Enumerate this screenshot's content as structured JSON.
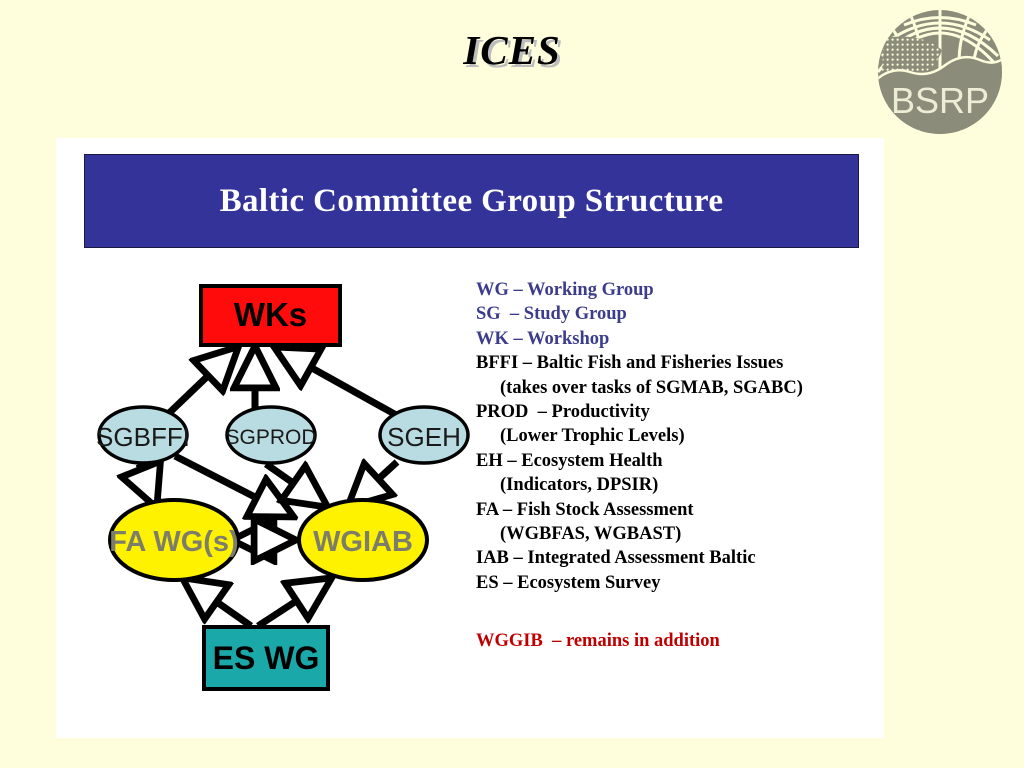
{
  "slide": {
    "title": "ICES",
    "background_color": "#FEFEDC",
    "card_color": "#FFFFFF"
  },
  "logo": {
    "name": "bsrp-logo",
    "text": "BSRP",
    "color": "#8C8C7A"
  },
  "banner": {
    "title": "Baltic Committee Group Structure",
    "background_color": "#33339A",
    "text_color": "#FFFFFF"
  },
  "diagram": {
    "nodes": [
      {
        "id": "wks",
        "label": "WKs",
        "shape": "rect",
        "fill": "#FF0B0B",
        "text_color": "#000000"
      },
      {
        "id": "sgbffi",
        "label": "SGBFFI",
        "shape": "ellipse",
        "fill": "#B9DCE3",
        "text_color": "#1A1A1A"
      },
      {
        "id": "sgprod",
        "label": "SGPROD",
        "shape": "ellipse",
        "fill": "#B9DCE3",
        "text_color": "#1A1A1A"
      },
      {
        "id": "sgeh",
        "label": "SGEH",
        "shape": "ellipse",
        "fill": "#B9DCE3",
        "text_color": "#1A1A1A"
      },
      {
        "id": "fawgs",
        "label": "FA WG(s)",
        "shape": "ellipse",
        "fill": "#FFF200",
        "text_color": "#7D7D6B"
      },
      {
        "id": "wgiab",
        "label": "WGIAB",
        "shape": "ellipse",
        "fill": "#FFF200",
        "text_color": "#7D7D6B"
      },
      {
        "id": "eswg",
        "label": "ES WG",
        "shape": "rect",
        "fill": "#1AA8A8",
        "text_color": "#000000"
      }
    ],
    "edges": [
      {
        "from": "sgbffi",
        "to": "wks",
        "arrow": "single"
      },
      {
        "from": "sgprod",
        "to": "wks",
        "arrow": "single"
      },
      {
        "from": "sgeh",
        "to": "wks",
        "arrow": "single"
      },
      {
        "from": "sgbffi",
        "to": "fawgs",
        "arrow": "single"
      },
      {
        "from": "sgbffi",
        "to": "wgiab",
        "arrow": "single"
      },
      {
        "from": "sgprod",
        "to": "wgiab",
        "arrow": "single"
      },
      {
        "from": "sgeh",
        "to": "wgiab",
        "arrow": "single"
      },
      {
        "from": "fawgs",
        "to": "wgiab",
        "arrow": "double"
      },
      {
        "from": "eswg",
        "to": "fawgs",
        "arrow": "single"
      },
      {
        "from": "eswg",
        "to": "wgiab",
        "arrow": "single"
      }
    ]
  },
  "legend": {
    "lines": [
      {
        "text": "WG – Working Group",
        "style": "accent-blue",
        "indent": false
      },
      {
        "text": "SG  – Study Group",
        "style": "accent-blue",
        "indent": false
      },
      {
        "text": "WK – Workshop",
        "style": "accent-blue",
        "indent": false
      },
      {
        "text": "BFFI – Baltic Fish and Fisheries Issues",
        "style": "plain",
        "indent": false
      },
      {
        "text": "(takes over tasks of SGMAB, SGABC)",
        "style": "plain",
        "indent": true
      },
      {
        "text": "PROD  – Productivity",
        "style": "plain",
        "indent": false
      },
      {
        "text": "(Lower Trophic Levels)",
        "style": "plain",
        "indent": true
      },
      {
        "text": "EH – Ecosystem Health",
        "style": "plain",
        "indent": false
      },
      {
        "text": "(Indicators, DPSIR)",
        "style": "plain",
        "indent": true
      },
      {
        "text": "FA – Fish Stock Assessment",
        "style": "plain",
        "indent": false
      },
      {
        "text": "(WGBFAS, WGBAST)",
        "style": "plain",
        "indent": true
      },
      {
        "text": "IAB – Integrated Assessment Baltic",
        "style": "plain",
        "indent": false
      },
      {
        "text": "ES – Ecosystem Survey",
        "style": "plain",
        "indent": false
      }
    ],
    "note": "WGGIB  – remains in addition",
    "note_color": "#C00000",
    "accent_color": "#3C3C8C"
  }
}
